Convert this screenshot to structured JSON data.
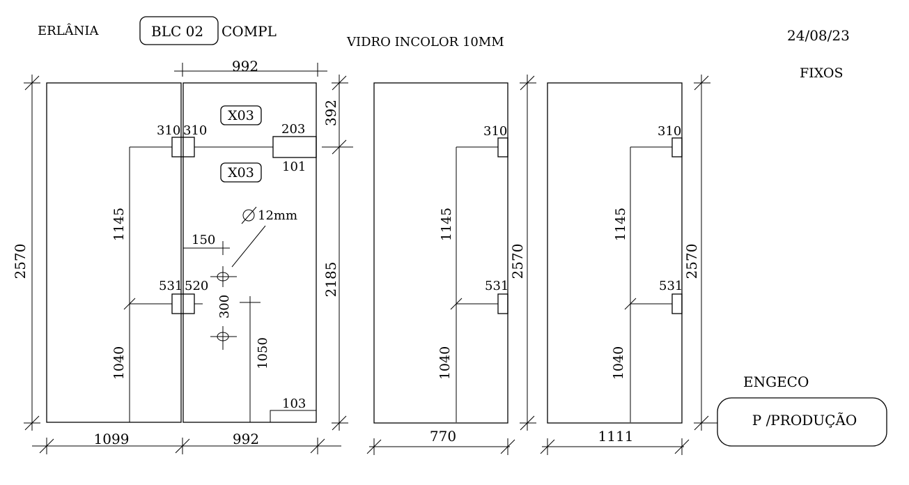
{
  "header": {
    "client": "ERLÂNIA",
    "block": "BLC 02",
    "compl": "COMPL",
    "material": "VIDRO INCOLOR 10MM",
    "date": "24/08/23",
    "type": "FIXOS"
  },
  "footer": {
    "company": "ENGECO",
    "status_badge": "P /PRODUÇÃO"
  },
  "panel_1": {
    "total_height": "2570",
    "top_width": "992",
    "left_width": "1099",
    "right_width": "992",
    "top_section_height": "392",
    "lower_section_height": "2185",
    "hinge_upper_left": "310",
    "hinge_upper_right": "310",
    "hinge_lower_left": "531",
    "hinge_lower_right": "520",
    "lock_top": "203",
    "lock_bottom": "101",
    "badge_upper": "X03",
    "badge_lower": "X03",
    "hole_diameter": "12mm",
    "hole_offset": "150",
    "hole_spacing": "300",
    "handle_height": "1050",
    "bottom_notch": "103",
    "left_upper_height": "1145",
    "left_lower_height": "1040"
  },
  "panel_2": {
    "width": "770",
    "height": "2570",
    "hinge_upper": "310",
    "hinge_lower": "531",
    "upper_height": "1145",
    "lower_height": "1040"
  },
  "panel_3": {
    "width": "1111",
    "height": "2570",
    "hinge_upper": "310",
    "hinge_lower": "531",
    "upper_height": "1145",
    "lower_height": "1040"
  }
}
